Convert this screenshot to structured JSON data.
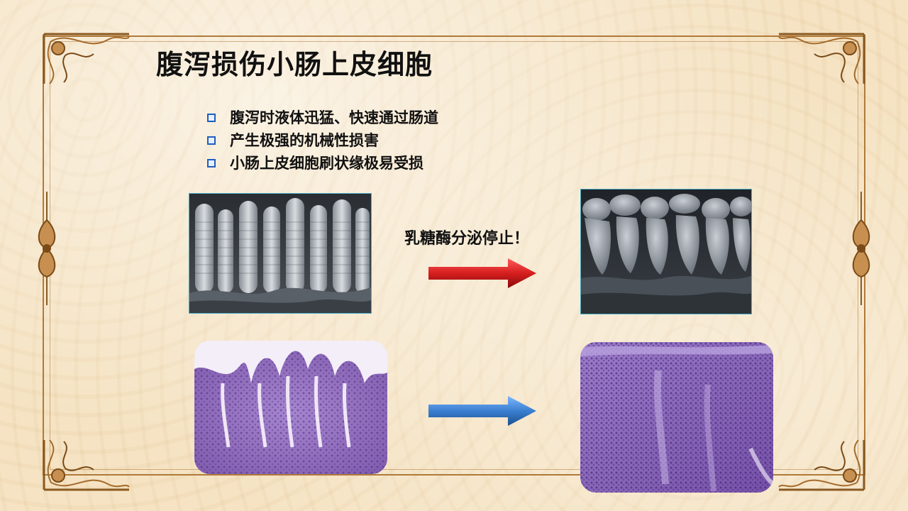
{
  "slide": {
    "title": "腹泻损伤小肠上皮细胞",
    "bullets": [
      "腹泻时液体迅猛、快速通过肠道",
      "产生极强的机械性损害",
      "小肠上皮细胞刷状缘极易受损"
    ],
    "arrow_label": "乳糖酶分泌停止！"
  },
  "icons": {
    "bullet": "square-bullet-icon",
    "arrow_red": "right-arrow-icon",
    "arrow_blue": "right-arrow-icon"
  },
  "colors": {
    "background": "#f5e3c3",
    "frame": "#b07a3a",
    "bullet": "#1f5fbf",
    "arrow_red": "#d61e1e",
    "arrow_blue": "#3a7fd0",
    "histology": "#8e6bb8"
  }
}
